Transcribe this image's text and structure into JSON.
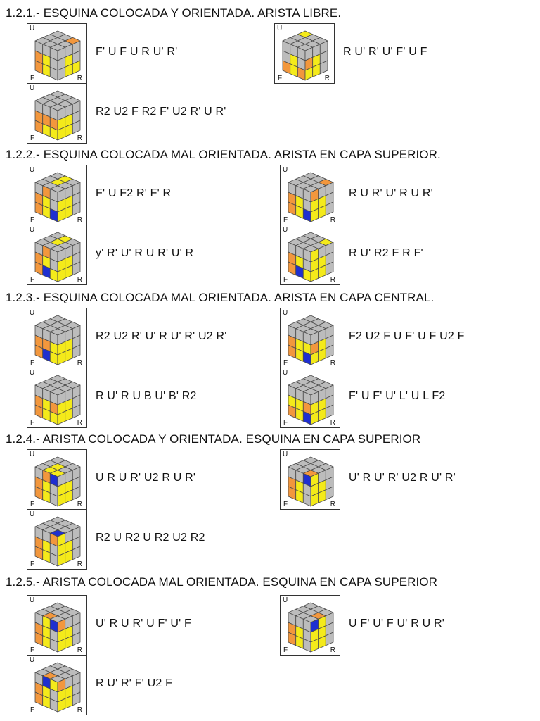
{
  "colors": {
    "gray": "#bcbcbc",
    "yellow": "#f4ea1a",
    "orange": "#f2973d",
    "blue": "#1f2fd0",
    "edge": "#4a4a4a"
  },
  "face_labels": {
    "u": "U",
    "f": "F",
    "r": "R"
  },
  "sections": [
    {
      "title": "1.2.1.- ESQUINA COLOCADA Y ORIENTADA. ARISTA LIBRE.",
      "cases": [
        {
          "alg": "F' U F U R U' R'",
          "cube": {
            "u": [
              "g",
              "g",
              "o",
              "g",
              "g",
              "g",
              "g",
              "g",
              "g"
            ],
            "f": [
              "g",
              "g",
              "g",
              "o",
              "y",
              "g",
              "o",
              "y",
              "g"
            ],
            "r": [
              "g",
              "g",
              "g",
              "g",
              "y",
              "g",
              "g",
              "y",
              "y"
            ]
          }
        },
        {
          "alg": "R U' R' U' F' U F",
          "cube": {
            "u": [
              "y",
              "g",
              "g",
              "g",
              "g",
              "g",
              "g",
              "g",
              "g"
            ],
            "f": [
              "g",
              "g",
              "g",
              "g",
              "y",
              "g",
              "o",
              "y",
              "o"
            ],
            "r": [
              "g",
              "g",
              "g",
              "o",
              "y",
              "g",
              "y",
              "y",
              "g"
            ]
          }
        },
        {
          "alg": "R2 U2 F R2 F' U2 R' U R'",
          "cube": {
            "u": [
              "g",
              "g",
              "g",
              "g",
              "g",
              "g",
              "g",
              "g",
              "g"
            ],
            "f": [
              "g",
              "g",
              "g",
              "o",
              "o",
              "o",
              "o",
              "y",
              "y"
            ],
            "r": [
              "g",
              "g",
              "g",
              "y",
              "y",
              "g",
              "y",
              "y",
              "g"
            ]
          }
        }
      ]
    },
    {
      "title": "1.2.2.- ESQUINA COLOCADA MAL ORIENTADA. ARISTA EN CAPA SUPERIOR.",
      "cases": [
        {
          "alg": "F' U F2 R' F' R",
          "cube": {
            "u": [
              "g",
              "y",
              "g",
              "g",
              "y",
              "g",
              "g",
              "g",
              "g"
            ],
            "f": [
              "g",
              "o",
              "g",
              "o",
              "y",
              "g",
              "o",
              "y",
              "b"
            ],
            "r": [
              "g",
              "g",
              "g",
              "y",
              "y",
              "g",
              "y",
              "y",
              "g"
            ]
          }
        },
        {
          "alg": "R U R' U' R U R'",
          "cube": {
            "u": [
              "g",
              "g",
              "o",
              "g",
              "g",
              "g",
              "g",
              "g",
              "g"
            ],
            "f": [
              "g",
              "g",
              "g",
              "o",
              "y",
              "g",
              "o",
              "y",
              "b"
            ],
            "r": [
              "o",
              "g",
              "g",
              "y",
              "y",
              "g",
              "y",
              "y",
              "g"
            ]
          }
        },
        {
          "alg": "y' R' U' R U R' U' R",
          "cube": {
            "u": [
              "g",
              "y",
              "g",
              "g",
              "y",
              "g",
              "g",
              "g",
              "g"
            ],
            "f": [
              "g",
              "o",
              "g",
              "o",
              "y",
              "g",
              "o",
              "b",
              "y"
            ],
            "r": [
              "g",
              "g",
              "g",
              "y",
              "y",
              "g",
              "y",
              "y",
              "g"
            ]
          }
        },
        {
          "alg": "R U' R2 F R F'",
          "cube": {
            "u": [
              "g",
              "g",
              "y",
              "g",
              "g",
              "g",
              "g",
              "g",
              "g"
            ],
            "f": [
              "g",
              "g",
              "g",
              "o",
              "y",
              "g",
              "o",
              "b",
              "y"
            ],
            "r": [
              "y",
              "g",
              "g",
              "y",
              "y",
              "g",
              "y",
              "y",
              "g"
            ]
          }
        }
      ]
    },
    {
      "title": "1.2.3.- ESQUINA COLOCADA MAL ORIENTADA. ARISTA EN CAPA CENTRAL.",
      "cases": [
        {
          "alg": "R2 U2 R' U' R U' R' U2 R'",
          "cube": {
            "u": [
              "g",
              "g",
              "g",
              "g",
              "g",
              "g",
              "g",
              "g",
              "g"
            ],
            "f": [
              "g",
              "g",
              "g",
              "o",
              "o",
              "y",
              "o",
              "b",
              "y"
            ],
            "r": [
              "g",
              "g",
              "g",
              "y",
              "y",
              "g",
              "y",
              "y",
              "g"
            ]
          }
        },
        {
          "alg": "F2 U2 F U F' U F U2 F",
          "cube": {
            "u": [
              "g",
              "g",
              "g",
              "g",
              "g",
              "g",
              "g",
              "g",
              "g"
            ],
            "f": [
              "g",
              "g",
              "g",
              "o",
              "y",
              "y",
              "o",
              "y",
              "b"
            ],
            "r": [
              "g",
              "g",
              "g",
              "o",
              "y",
              "g",
              "y",
              "y",
              "g"
            ]
          }
        },
        {
          "alg": "R U' R U B U' B' R2",
          "cube": {
            "u": [
              "g",
              "g",
              "g",
              "g",
              "g",
              "g",
              "g",
              "g",
              "g"
            ],
            "f": [
              "g",
              "g",
              "g",
              "o",
              "y",
              "o",
              "o",
              "y",
              "y"
            ],
            "r": [
              "g",
              "g",
              "g",
              "y",
              "y",
              "g",
              "y",
              "y",
              "g"
            ]
          }
        },
        {
          "alg": "F' U F' U' L' U L F2",
          "cube": {
            "u": [
              "g",
              "g",
              "g",
              "g",
              "g",
              "g",
              "g",
              "g",
              "g"
            ],
            "f": [
              "g",
              "g",
              "g",
              "y",
              "y",
              "o",
              "o",
              "y",
              "b"
            ],
            "r": [
              "g",
              "g",
              "g",
              "y",
              "y",
              "g",
              "y",
              "y",
              "g"
            ]
          }
        }
      ]
    },
    {
      "title": "1.2.4.- ARISTA COLOCADA Y ORIENTADA. ESQUINA EN CAPA SUPERIOR",
      "cases": [
        {
          "alg": "U R U R' U2 R U R'",
          "cube": {
            "u": [
              "g",
              "g",
              "g",
              "g",
              "y",
              "g",
              "g",
              "y",
              "y"
            ],
            "f": [
              "g",
              "o",
              "b",
              "o",
              "y",
              "g",
              "o",
              "y",
              "g"
            ],
            "r": [
              "g",
              "g",
              "g",
              "y",
              "y",
              "g",
              "y",
              "y",
              "g"
            ]
          }
        },
        {
          "alg": "U' R U' R' U2 R U' R'",
          "cube": {
            "u": [
              "g",
              "g",
              "g",
              "g",
              "g",
              "g",
              "g",
              "g",
              "o"
            ],
            "f": [
              "g",
              "g",
              "b",
              "o",
              "y",
              "g",
              "o",
              "y",
              "g"
            ],
            "r": [
              "y",
              "g",
              "g",
              "y",
              "y",
              "g",
              "y",
              "y",
              "g"
            ]
          }
        },
        {
          "alg": "R2 U R2 U R2 U2 R2",
          "cube": {
            "u": [
              "g",
              "g",
              "g",
              "g",
              "g",
              "g",
              "g",
              "g",
              "b"
            ],
            "f": [
              "g",
              "g",
              "o",
              "o",
              "y",
              "g",
              "o",
              "y",
              "g"
            ],
            "r": [
              "y",
              "g",
              "g",
              "y",
              "y",
              "g",
              "y",
              "y",
              "g"
            ]
          }
        }
      ]
    },
    {
      "title": "1.2.5.- ARISTA COLOCADA MAL ORIENTADA. ESQUINA EN CAPA SUPERIOR",
      "cases": [
        {
          "alg": "U' R U R' U F' U' F",
          "cube": {
            "u": [
              "g",
              "g",
              "g",
              "g",
              "g",
              "g",
              "g",
              "o",
              "g"
            ],
            "f": [
              "g",
              "y",
              "b",
              "o",
              "y",
              "g",
              "o",
              "y",
              "g"
            ],
            "r": [
              "o",
              "g",
              "g",
              "y",
              "y",
              "g",
              "y",
              "y",
              "g"
            ]
          }
        },
        {
          "alg": "U F' U' F U' R U R'",
          "cube": {
            "u": [
              "g",
              "g",
              "g",
              "g",
              "g",
              "o",
              "g",
              "g",
              "g"
            ],
            "f": [
              "g",
              "g",
              "g",
              "o",
              "y",
              "g",
              "o",
              "y",
              "g"
            ],
            "r": [
              "b",
              "y",
              "g",
              "y",
              "y",
              "g",
              "y",
              "y",
              "g"
            ]
          }
        },
        {
          "alg": "R U' R' F' U2 F",
          "cube": {
            "u": [
              "g",
              "g",
              "g",
              "g",
              "g",
              "g",
              "g",
              "o",
              "g"
            ],
            "f": [
              "g",
              "b",
              "y",
              "o",
              "y",
              "g",
              "o",
              "y",
              "g"
            ],
            "r": [
              "o",
              "g",
              "g",
              "y",
              "y",
              "g",
              "y",
              "y",
              "g"
            ]
          }
        }
      ]
    }
  ]
}
